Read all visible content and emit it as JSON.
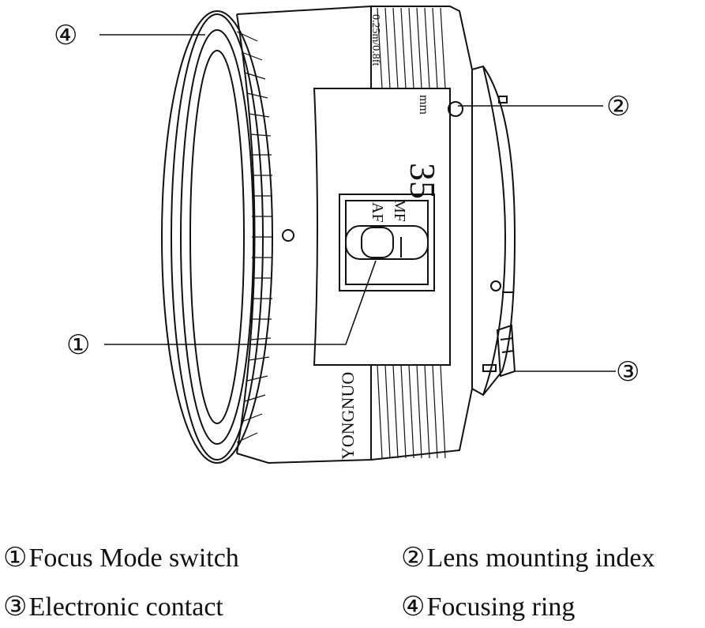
{
  "callouts": [
    {
      "id": "1",
      "glyph": "①",
      "label": "Focus Mode switch"
    },
    {
      "id": "2",
      "glyph": "②",
      "label": "Lens mounting index"
    },
    {
      "id": "3",
      "glyph": "③",
      "label": "Electronic contact"
    },
    {
      "id": "4",
      "glyph": "④",
      "label": "Focusing ring"
    }
  ],
  "lens_markings": {
    "focal_length": "35",
    "unit": "mm",
    "min_focus": "0.25m/0.8ft",
    "switch_af": "AF",
    "switch_mf": "MF",
    "brand": "YONGNUO"
  },
  "colors": {
    "line": "#111111",
    "background": "#ffffff"
  }
}
